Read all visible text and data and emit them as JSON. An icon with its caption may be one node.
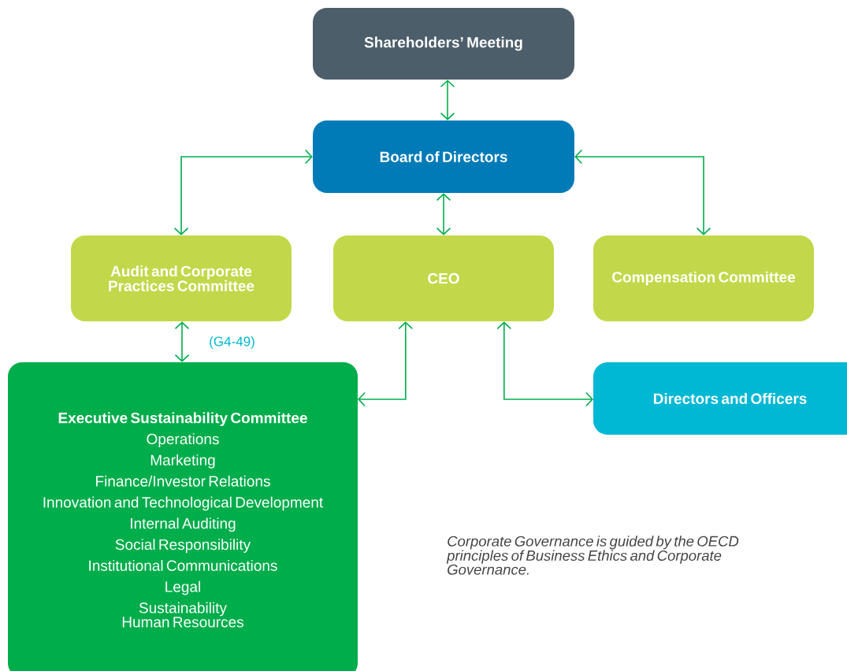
{
  "diagram": {
    "nodes": [
      {
        "text": [
          "Shareholders’ Meeting"
        ]
      },
      {
        "text": [
          "Board of Directors"
        ]
      },
      {
        "text": [
          "Audit and Corporate Practices Committee"
        ]
      },
      {
        "text": [
          "CEO"
        ]
      },
      {
        "text": [
          "Compensation Committee"
        ]
      },
      {
        "text": [
          "Executive Sustainability Committee",
          "Operations",
          "Marketing",
          "Finance/Investor Relations",
          "Innovation and Technological Development",
          "Internal Auditing",
          "Social Responsibility",
          "Institutional Communications",
          "Legal",
          "Sustainability",
          "Human Resources"
        ]
      },
      {
        "text": [
          "Directors and Officers"
        ]
      }
    ],
    "edges": [
      {
        "from": 0,
        "to": 1,
        "arrow": "both"
      },
      {
        "from": 1,
        "to": 2,
        "arrow": "both"
      },
      {
        "from": 1,
        "to": 3,
        "arrow": "both"
      },
      {
        "from": 1,
        "to": 4,
        "arrow": "both"
      },
      {
        "from": 2,
        "to": 5,
        "arrow": "both"
      },
      {
        "from": 3,
        "to": 5,
        "arrow": "both"
      },
      {
        "from": 3,
        "to": 6,
        "arrow": "both"
      }
    ],
    "labels": [
      "(G4-49)",
      "Corporate Governance is guided by the OECD principles of Business Ethics and Corporate Governance."
    ]
  }
}
